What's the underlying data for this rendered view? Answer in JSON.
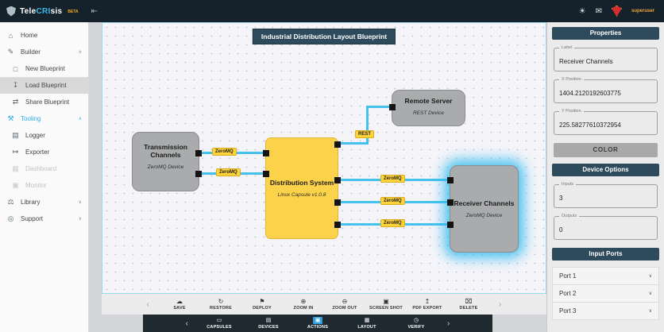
{
  "topbar": {
    "brand": {
      "tele": "Tele",
      "cri": "CRI",
      "sis": "sis",
      "beta": "BETA"
    },
    "collapse_icon": "⇤",
    "theme_icon": "☀",
    "mail_icon": "✉",
    "username": "superuser"
  },
  "sidebar": {
    "items": [
      {
        "label": "Home",
        "icon": "⌂"
      },
      {
        "label": "Builder",
        "icon": "✎",
        "chevron": "∧"
      },
      {
        "label": "New Blueprint",
        "icon": "□"
      },
      {
        "label": "Load Blueprint",
        "icon": "↧"
      },
      {
        "label": "Share Blueprint",
        "icon": "⇄"
      },
      {
        "label": "Tooling",
        "icon": "⚒",
        "chevron": "∧"
      },
      {
        "label": "Logger",
        "icon": "▤"
      },
      {
        "label": "Exporter",
        "icon": "↦"
      },
      {
        "label": "Dashboard",
        "icon": "▦"
      },
      {
        "label": "Monitor",
        "icon": "▣"
      },
      {
        "label": "Library",
        "icon": "⚖",
        "chevron": "∨"
      },
      {
        "label": "Support",
        "icon": "◎",
        "chevron": "∨"
      }
    ]
  },
  "canvas": {
    "title": "Industrial Distribution Layout Blueprint",
    "nodes": [
      {
        "title": "Transmission Channels",
        "subtitle": "ZeroMQ Device"
      },
      {
        "title": "Distribution System",
        "subtitle": "Linux Capsule v1.0.8"
      },
      {
        "title": "Remote Server",
        "subtitle": "REST Device"
      },
      {
        "title": "Receiver Channels",
        "subtitle": "ZeroMQ Device"
      }
    ],
    "link_labels": [
      "ZeroMQ",
      "ZeroMQ",
      "REST",
      "ZeroMQ",
      "ZeroMQ",
      "ZeroMQ"
    ]
  },
  "toolbar": {
    "prev": "‹",
    "next": "›",
    "buttons": [
      {
        "label": "SAVE",
        "icon": "☁"
      },
      {
        "label": "RESTORE",
        "icon": "↻"
      },
      {
        "label": "DEPLOY",
        "icon": "⚑"
      },
      {
        "label": "ZOOM IN",
        "icon": "⊕"
      },
      {
        "label": "ZOOM OUT",
        "icon": "⊖"
      },
      {
        "label": "SCREEN SHOT",
        "icon": "▣"
      },
      {
        "label": "PDF EXPORT",
        "icon": "↥"
      },
      {
        "label": "DELETE",
        "icon": "⌧"
      }
    ]
  },
  "bottombar": {
    "prev": "‹",
    "next": "›",
    "items": [
      {
        "label": "CAPSULES",
        "icon": "▭"
      },
      {
        "label": "DEVICES",
        "icon": "▤"
      },
      {
        "label": "ACTIONS",
        "icon": "▣"
      },
      {
        "label": "LAYOUT",
        "icon": "▦"
      },
      {
        "label": "VERIFY",
        "icon": "◷"
      }
    ]
  },
  "properties": {
    "header": "Properties",
    "fields": [
      {
        "legend": "Label",
        "value": "Receiver Channels"
      },
      {
        "legend": "X Position",
        "value": "1404.2120192603775"
      },
      {
        "legend": "Y Position",
        "value": "225.58277610372954"
      }
    ],
    "color_button": "COLOR",
    "device_options_header": "Device Options",
    "device_fields": [
      {
        "legend": "Inputs",
        "value": "3"
      },
      {
        "legend": "Outputs",
        "value": "0"
      }
    ],
    "input_ports_header": "Input Ports",
    "ports": [
      {
        "label": "Port 1",
        "chevron": "∨"
      },
      {
        "label": "Port 2",
        "chevron": "∨"
      },
      {
        "label": "Port 3",
        "chevron": "∨"
      }
    ]
  }
}
